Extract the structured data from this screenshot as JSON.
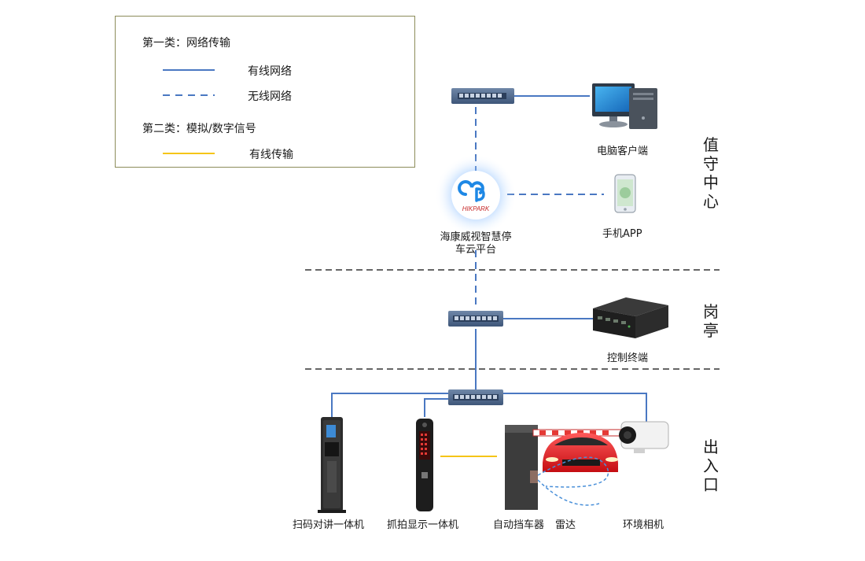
{
  "legend": {
    "category1_title": "第一类：网络传输",
    "wired_network": "有线网络",
    "wireless_network": "无线网络",
    "category2_title": "第二类：模拟/数字信号",
    "wired_transmission": "有线传输"
  },
  "zones": {
    "duty_center": [
      "值",
      "守",
      "中",
      "心"
    ],
    "booth": [
      "岗",
      "亭"
    ],
    "entrance": [
      "出",
      "入",
      "口"
    ]
  },
  "devices": {
    "pc_client": "电脑客户端",
    "cloud_platform_line1": "海康威视智慧停",
    "cloud_platform_line2": "车云平台",
    "cloud_logo_text": "HIKPARK",
    "mobile_app": "手机APP",
    "control_terminal": "控制终端",
    "scan_intercom": "扫码对讲一体机",
    "capture_display": "抓拍显示一体机",
    "auto_barrier": "自动挡车器",
    "radar": "雷达",
    "env_camera": "环境相机"
  },
  "colors": {
    "wired_network": "#4a78c2",
    "wireless_network": "#4a78c2",
    "wired_transmission": "#f5c518",
    "zone_divider": "#333333",
    "radar_wave": "#4a90d9"
  }
}
